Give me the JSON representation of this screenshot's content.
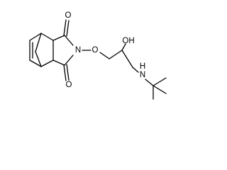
{
  "diagram": {
    "atom_labels": {
      "o_top": "O",
      "o_bottom": "O",
      "n_imide": "N",
      "o_ether": "O",
      "oh": "OH",
      "nh": "N",
      "h_amine": "H"
    }
  }
}
